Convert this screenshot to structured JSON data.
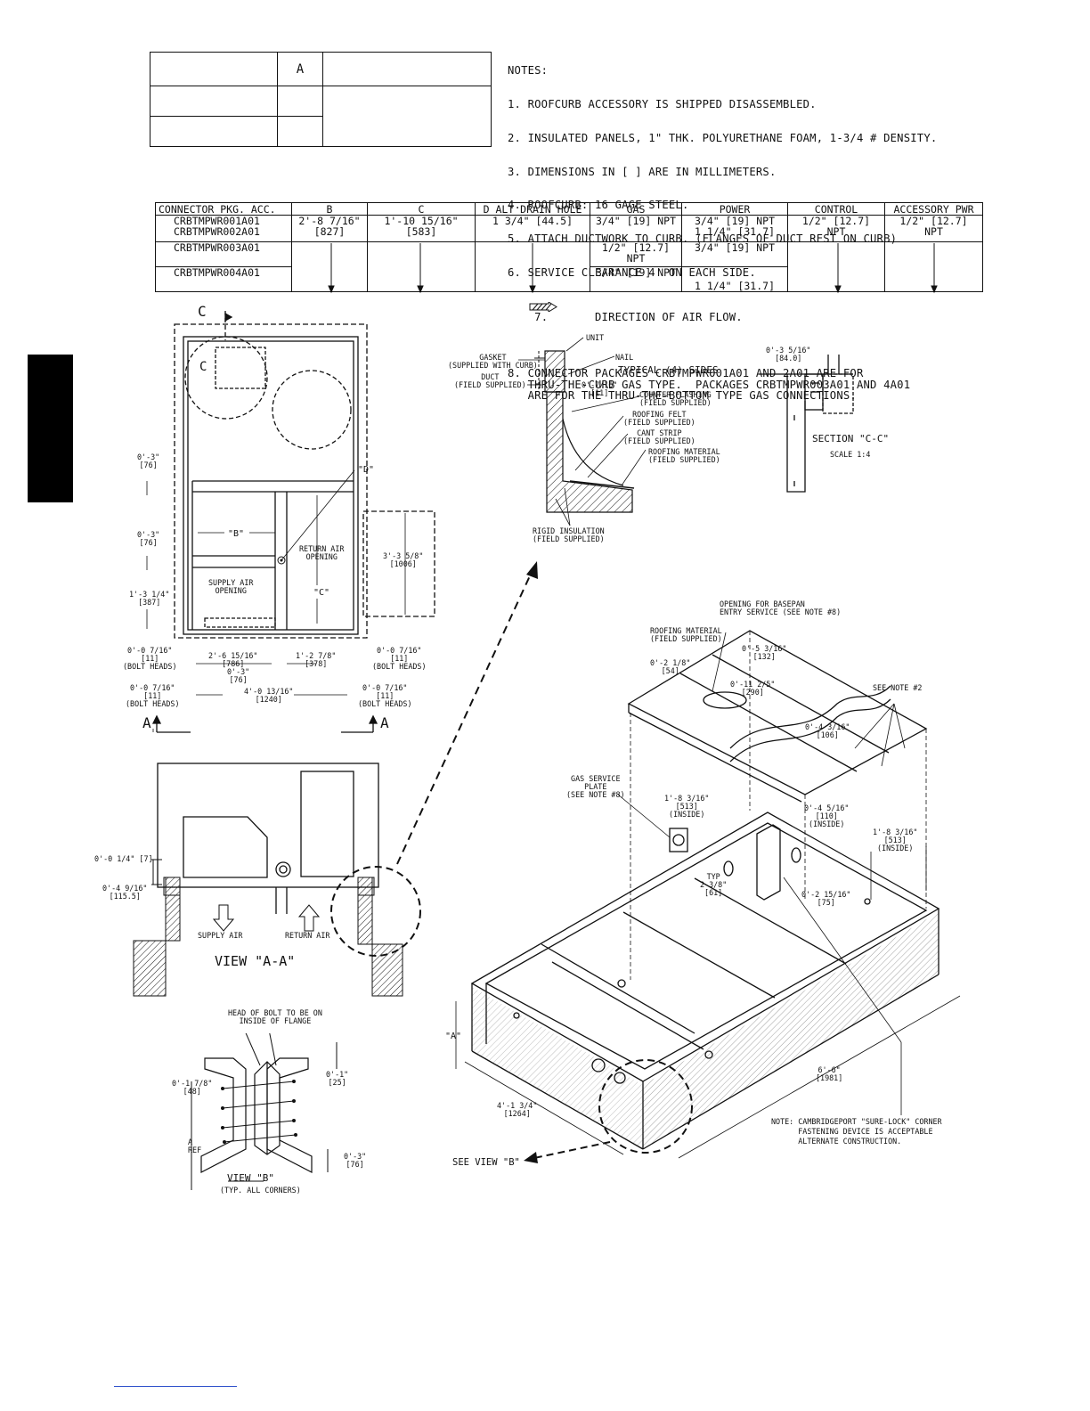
{
  "top_table": {
    "header_a": "A"
  },
  "notes": {
    "title": "NOTES:",
    "items": [
      "1. ROOFCURB ACCESSORY IS SHIPPED DISASSEMBLED.",
      "2. INSULATED PANELS, 1\" THK. POLYURETHANE FOAM, 1-3/4 # DENSITY.",
      "3. DIMENSIONS IN [ ] ARE IN MILLIMETERS.",
      "4. ROOFCURB: 16 GAGE STEEL.",
      "5. ATTACH DUCTWORK TO CURB. (FLANGES OF DUCT REST ON CURB)",
      "6. SERVICE CLEARANCE 4' ON EACH SIDE.",
      "7.       DIRECTION OF AIR FLOW.",
      "8. CONNECTOR PACKAGES CRBTMPWR001A01 AND 2A01 ARE FOR\n   THRU-THE-CURB GAS TYPE.  PACKAGES CRBTMPWR003A01 AND 4A01\n   ARE FOR THE THRU-THE-BOTTOM TYPE GAS CONNECTIONS."
    ]
  },
  "connector_table": {
    "headers": [
      "CONNECTOR PKG. ACC.",
      "B",
      "C",
      "D ALT DRAIN HOLE",
      "GAS",
      "POWER",
      "CONTROL",
      "ACCESSORY PWR"
    ],
    "row1": {
      "pkg": "CRBTMPWR001A01\nCRBTMPWR002A01",
      "b": "2'-8 7/16\"\n[827]",
      "c": "1'-10 15/16\"\n[583]",
      "d": "1 3/4\" [44.5]",
      "gas": "3/4\" [19] NPT",
      "power": "3/4\" [19] NPT\n1 1/4\" [31.7]",
      "control": "1/2\" [12.7] NPT",
      "acc": "1/2\" [12.7] NPT"
    },
    "row2": {
      "pkg": "CRBTMPWR003A01",
      "gas": "1/2\" [12.7] NPT",
      "power": "3/4\" [19] NPT"
    },
    "row3": {
      "pkg": "CRBTMPWR004A01",
      "gas": "3/4\" [19] NPT",
      "power": "1 1/4\" [31.7]"
    }
  },
  "plan_view": {
    "section_c": "C",
    "d_label": "\"D\"",
    "b_label": "\"B\"",
    "c_label": "\"C\"",
    "return_air": "RETURN AIR\nOPENING",
    "supply_air": "SUPPLY AIR\nOPENING",
    "dim_03_top": "0'-3\"\n[76]",
    "dim_03_mid": "0'-3\"\n[76]",
    "dim_1_3": "1'-3 1/4\"\n[387]",
    "dim_3_3": "3'-3 5/8\"\n[1006]",
    "bolt_left": "0'-0 7/16\"\n[11]\n(BOLT HEADS)",
    "bolt_right": "0'-0 7/16\"\n[11]\n(BOLT HEADS)",
    "dim_2_6": "2'-6 15/16\"\n[786]",
    "dim_03_bot": "0'-3\"\n[76]",
    "dim_1_2": "1'-2 7/8\"\n[378]",
    "bolt_left2": "0'-0 7/16\"\n[11]\n(BOLT HEADS)",
    "dim_4_0": "4'-0 13/16\"\n[1240]",
    "bolt_right2": "0'-0 7/16\"\n[11]\n(BOLT HEADS)",
    "section_a": "A"
  },
  "detail": {
    "unit": "UNIT",
    "gasket": "GASKET\n(SUPPLIED WITH CURB)",
    "nail": "NAIL",
    "typical": "TYPICAL (4) SIDES",
    "duct": "DUCT\n(FIELD SUPPLIED)",
    "dim_07": "0'-7/16\"\n[11]",
    "counter": "COUNTER FLASHING\n(FIELD SUPPLIED)",
    "felt": "ROOFING FELT\n(FIELD SUPPLIED)",
    "cant": "CANT STRIP\n(FIELD SUPPLIED)",
    "roofing": "ROOFING MATERIAL\n(FIELD SUPPLIED)",
    "rigid": "RIGID INSULATION\n(FIELD SUPPLIED)"
  },
  "section_cc": {
    "dim": "0'-3 5/16\"\n[84.0]",
    "title": "SECTION \"C-C\"",
    "scale": "SCALE 1:4"
  },
  "view_aa": {
    "dim_014": "0'-0 1/4\" [7]",
    "dim_049": "0'-4 9/16\"\n[115.5]",
    "supply": "SUPPLY AIR",
    "return": "RETURN AIR",
    "title": "VIEW \"A-A\""
  },
  "view_b": {
    "head_bolt": "HEAD OF BOLT TO BE ON\nINSIDE OF FLANGE",
    "dim_017": "0'-1 7/8\"\n[48]",
    "dim_01": "0'-1\"\n[25]",
    "a_ref": "A\nREF",
    "dim_03": "0'-3\"\n[76]",
    "title": "VIEW \"B\"",
    "sub": "(TYP. ALL CORNERS)"
  },
  "iso": {
    "opening": "OPENING FOR BASEPAN\nENTRY SERVICE (SEE NOTE #8)",
    "roofing": "ROOFING MATERIAL\n(FIELD SUPPLIED)",
    "dim_053": "0'-5 3/16\"\n[132]",
    "dim_021": "0'-2 1/8\"\n[54]",
    "dim_011": "0'-11 2/5\"\n[290]",
    "see_note2": "SEE NOTE #2",
    "dim_043": "0'-4 3/16\"\n[106]",
    "gas_plate": "GAS SERVICE\nPLATE\n(SEE NOTE #8)",
    "dim_18a": "1'-8 3/16\"\n[513]\n(INSIDE)",
    "dim_045": "0'-4 5/16\"\n[110]\n(INSIDE)",
    "dim_18b": "1'-8 3/16\"\n[513]\n(INSIDE)",
    "typ": "TYP\n2 3/8\"\n[61]",
    "dim_0215": "0'-2 15/16\"\n[75]",
    "a_label": "\"A\"",
    "dim_41": "4'-1 3/4\"\n[1264]",
    "dim_66": "6'-6\"\n[1981]",
    "note": "NOTE: CAMBRIDGEPORT \"SURE-LOCK\" CORNER\n      FASTENING DEVICE IS ACCEPTABLE\n      ALTERNATE CONSTRUCTION.",
    "see_view_b": "SEE VIEW \"B\""
  }
}
